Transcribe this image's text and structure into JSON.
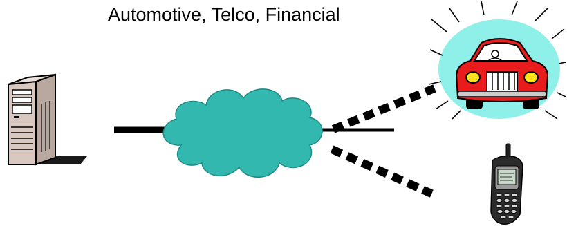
{
  "diagram": {
    "title": "Automotive, Telco, Financial",
    "nodes": [
      {
        "id": "server",
        "icon": "server-tower-icon"
      },
      {
        "id": "network",
        "icon": "cloud-icon",
        "color": "#33b8b0"
      },
      {
        "id": "vehicle",
        "icon": "car-icon",
        "color": "#e81c1c",
        "glow": "#8ef0e8"
      },
      {
        "id": "handset",
        "icon": "mobile-phone-icon"
      }
    ],
    "links": [
      {
        "from": "server",
        "to": "network",
        "style": "solid"
      },
      {
        "from": "network",
        "to": "vehicle",
        "style": "dashed"
      },
      {
        "from": "network",
        "to": "handset",
        "style": "dashed"
      }
    ]
  }
}
